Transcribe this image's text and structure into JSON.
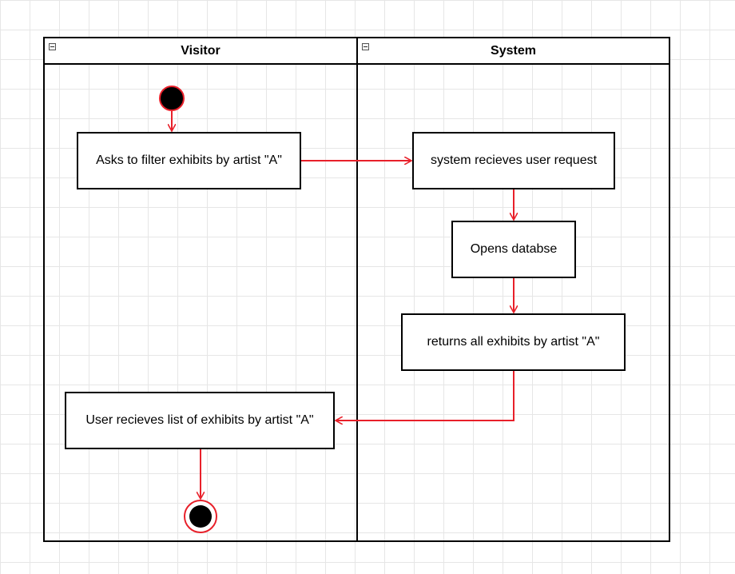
{
  "diagram": {
    "lanes": [
      {
        "name": "Visitor"
      },
      {
        "name": "System"
      }
    ],
    "actions": {
      "ask_filter": "Asks to filter exhibits by artist \"A\"",
      "receive_request": "system recieves user request",
      "open_db": "Opens databse",
      "return_exhibits": "returns all exhibits by artist \"A\"",
      "receive_list": "User recieves list of exhibits by artist \"A\""
    },
    "colors": {
      "edge": "#e8202a",
      "node_border": "#000000"
    }
  }
}
